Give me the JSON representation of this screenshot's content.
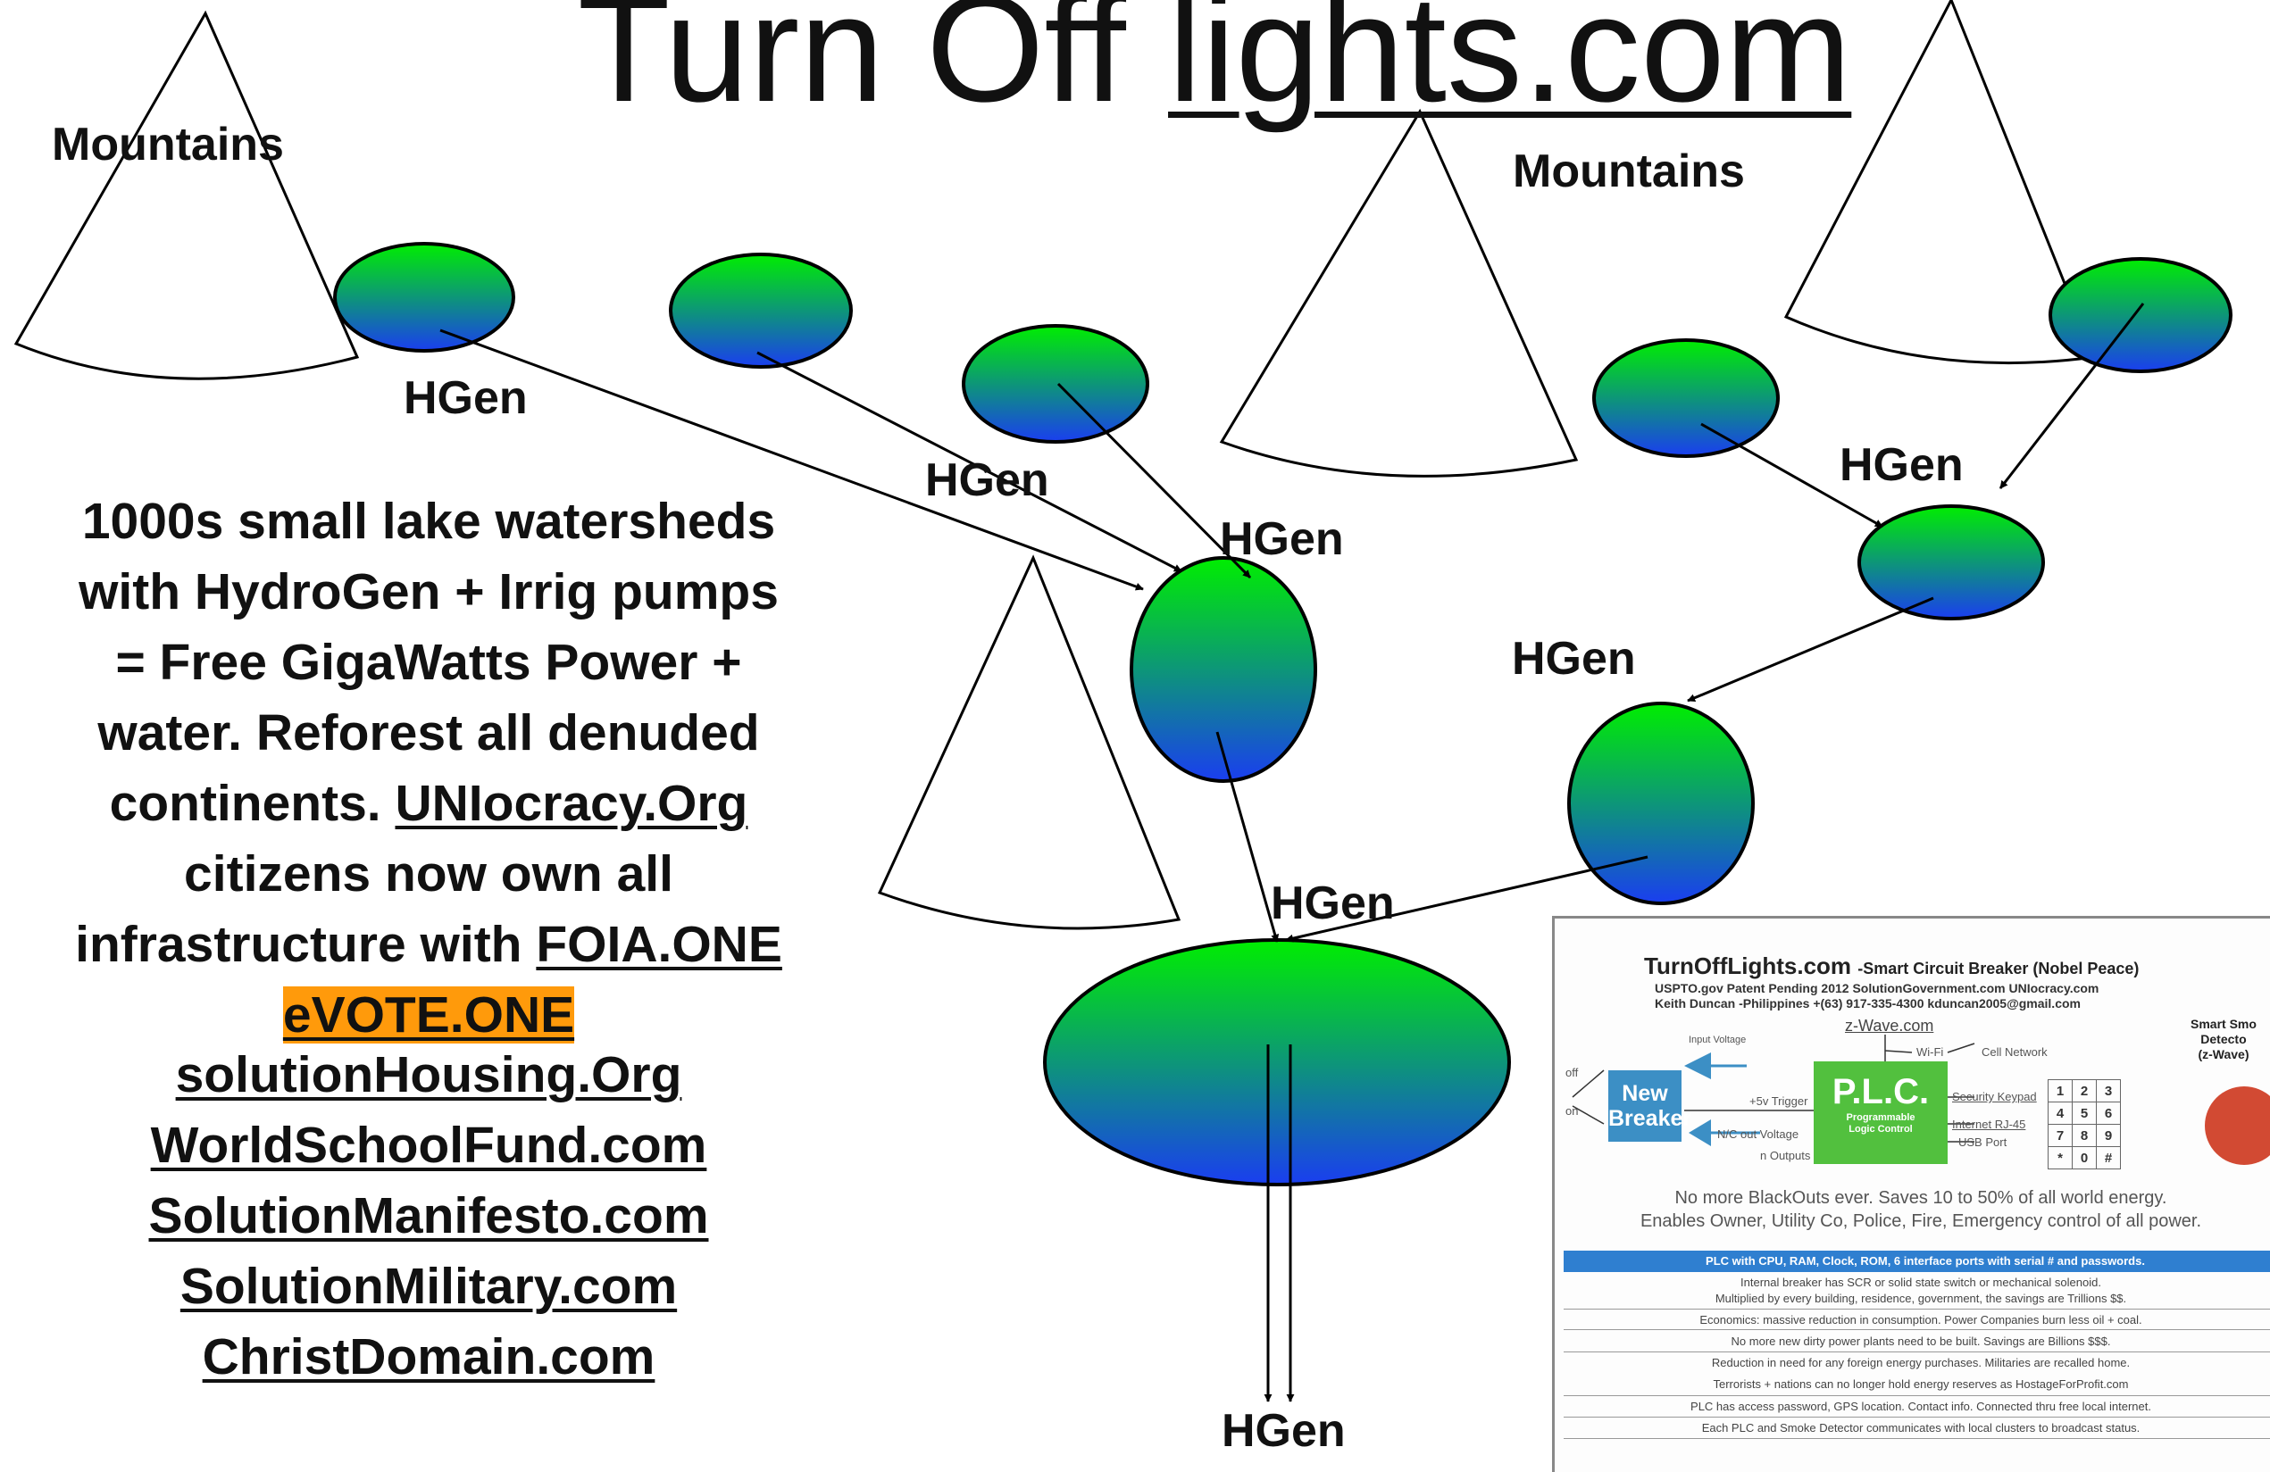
{
  "title": {
    "prefix": "Turn Off",
    "link": "lights.com"
  },
  "diagram": {
    "mountains_label_left": "Mountains",
    "mountains_label_right": "Mountains",
    "hgen_label": "HGen"
  },
  "description": {
    "line1": "1000s small lake watersheds",
    "line2": "with HydroGen + Irrig pumps",
    "line3": "= Free GigaWatts Power +",
    "line4": "water. Reforest all denuded",
    "line5_prefix": "continents.",
    "line5_link": "UNIocracy.Org",
    "line6": "citizens now own all",
    "line7_prefix": "infrastructure with",
    "line7_link": "FOIA.ONE",
    "highlight_link": "eVOTE.ONE"
  },
  "links": [
    "solutionHousing.Org",
    "WorldSchoolFund.com",
    "SolutionManifesto.com",
    "SolutionMilitary.com",
    "ChristDomain.com"
  ],
  "colors": {
    "gradient_top": "#00ee00",
    "gradient_bottom": "#1a3ef0",
    "highlight": "#ff9a0b"
  },
  "flyer": {
    "title": "TurnOffLights.com",
    "title_suffix": "-Smart Circuit Breaker (Nobel Peace)",
    "sub1": "USPTO.gov  Patent Pending 2012   SolutionGovernment.com UNIocracy.com",
    "sub2": "Keith Duncan  -Philippines +(63) 917-335-4300   kduncan2005@gmail.com",
    "zwave": "z-Wave.com",
    "input_voltage": "Input Voltage",
    "off": "off",
    "on": "on",
    "breaker_line1": "New",
    "breaker_line2": "Breaker",
    "trigger": "+5v Trigger",
    "nc_out": "N/C out Voltage",
    "outputs": "n Outputs",
    "wifi": "Wi-Fi",
    "cell": "Cell Network",
    "plc_big": "P.L.C.",
    "plc_sm1": "Programmable",
    "plc_sm2": "Logic Control",
    "keypad_label": "Security Keypad",
    "internet": "Internet RJ-45",
    "usb": "USB Port",
    "keys": [
      [
        "1",
        "2",
        "3"
      ],
      [
        "4",
        "5",
        "6"
      ],
      [
        "7",
        "8",
        "9"
      ],
      [
        "*",
        "0",
        "#"
      ]
    ],
    "smoke_line1": "Smart Smo",
    "smoke_line2": "Detecto",
    "smoke_line3": "(z-Wave)",
    "big1": "No more BlackOuts ever. Saves 10 to 50% of all world energy.",
    "big2": "Enables Owner, Utility Co, Police, Fire, Emergency control of all power.",
    "band": "PLC with CPU, RAM, Clock, ROM, 6 interface ports with serial # and passwords.",
    "lines": [
      "Internal breaker has SCR or solid state switch or mechanical solenoid.",
      "Multiplied by every building, residence, government, the savings are Trillions $$.",
      "Economics: massive reduction in consumption. Power Companies burn less oil + coal.",
      "No more new dirty power plants need to be built. Savings are Billions $$$.",
      "Reduction in need for any foreign energy purchases. Militaries are recalled home.",
      "Terrorists + nations can no longer hold energy reserves as HostageForProfit.com",
      "PLC has access password, GPS location. Contact info. Connected thru free local internet.",
      "Each PLC and Smoke Detector communicates with local clusters to broadcast status."
    ]
  }
}
